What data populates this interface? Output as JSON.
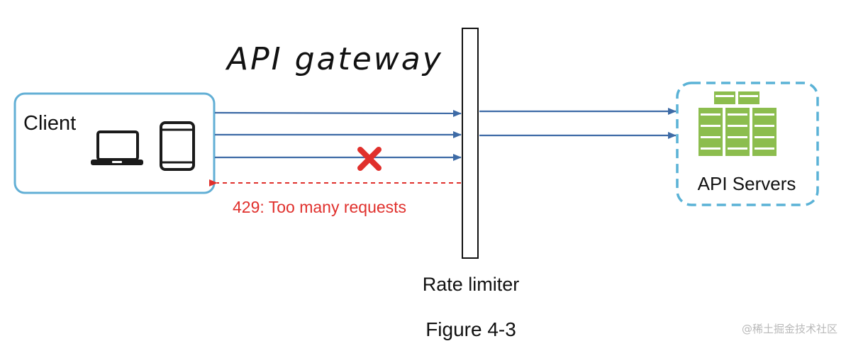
{
  "handwritten_note": "API gateway",
  "client": {
    "label": "Client",
    "devices": [
      "laptop-icon",
      "phone-icon"
    ]
  },
  "rejection": {
    "text": "429: Too many requests",
    "color": "#e0302c"
  },
  "rate_limiter": {
    "label": "Rate limiter"
  },
  "servers": {
    "label": "API Servers",
    "color": "#8cbd4e"
  },
  "figure_caption": "Figure 4-3",
  "watermark": "@稀土掘金技术社区",
  "colors": {
    "client_border": "#62afd5",
    "server_border": "#5ab2d6",
    "arrow": "#3e6ba6",
    "blocked_mark": "#e0302c"
  }
}
